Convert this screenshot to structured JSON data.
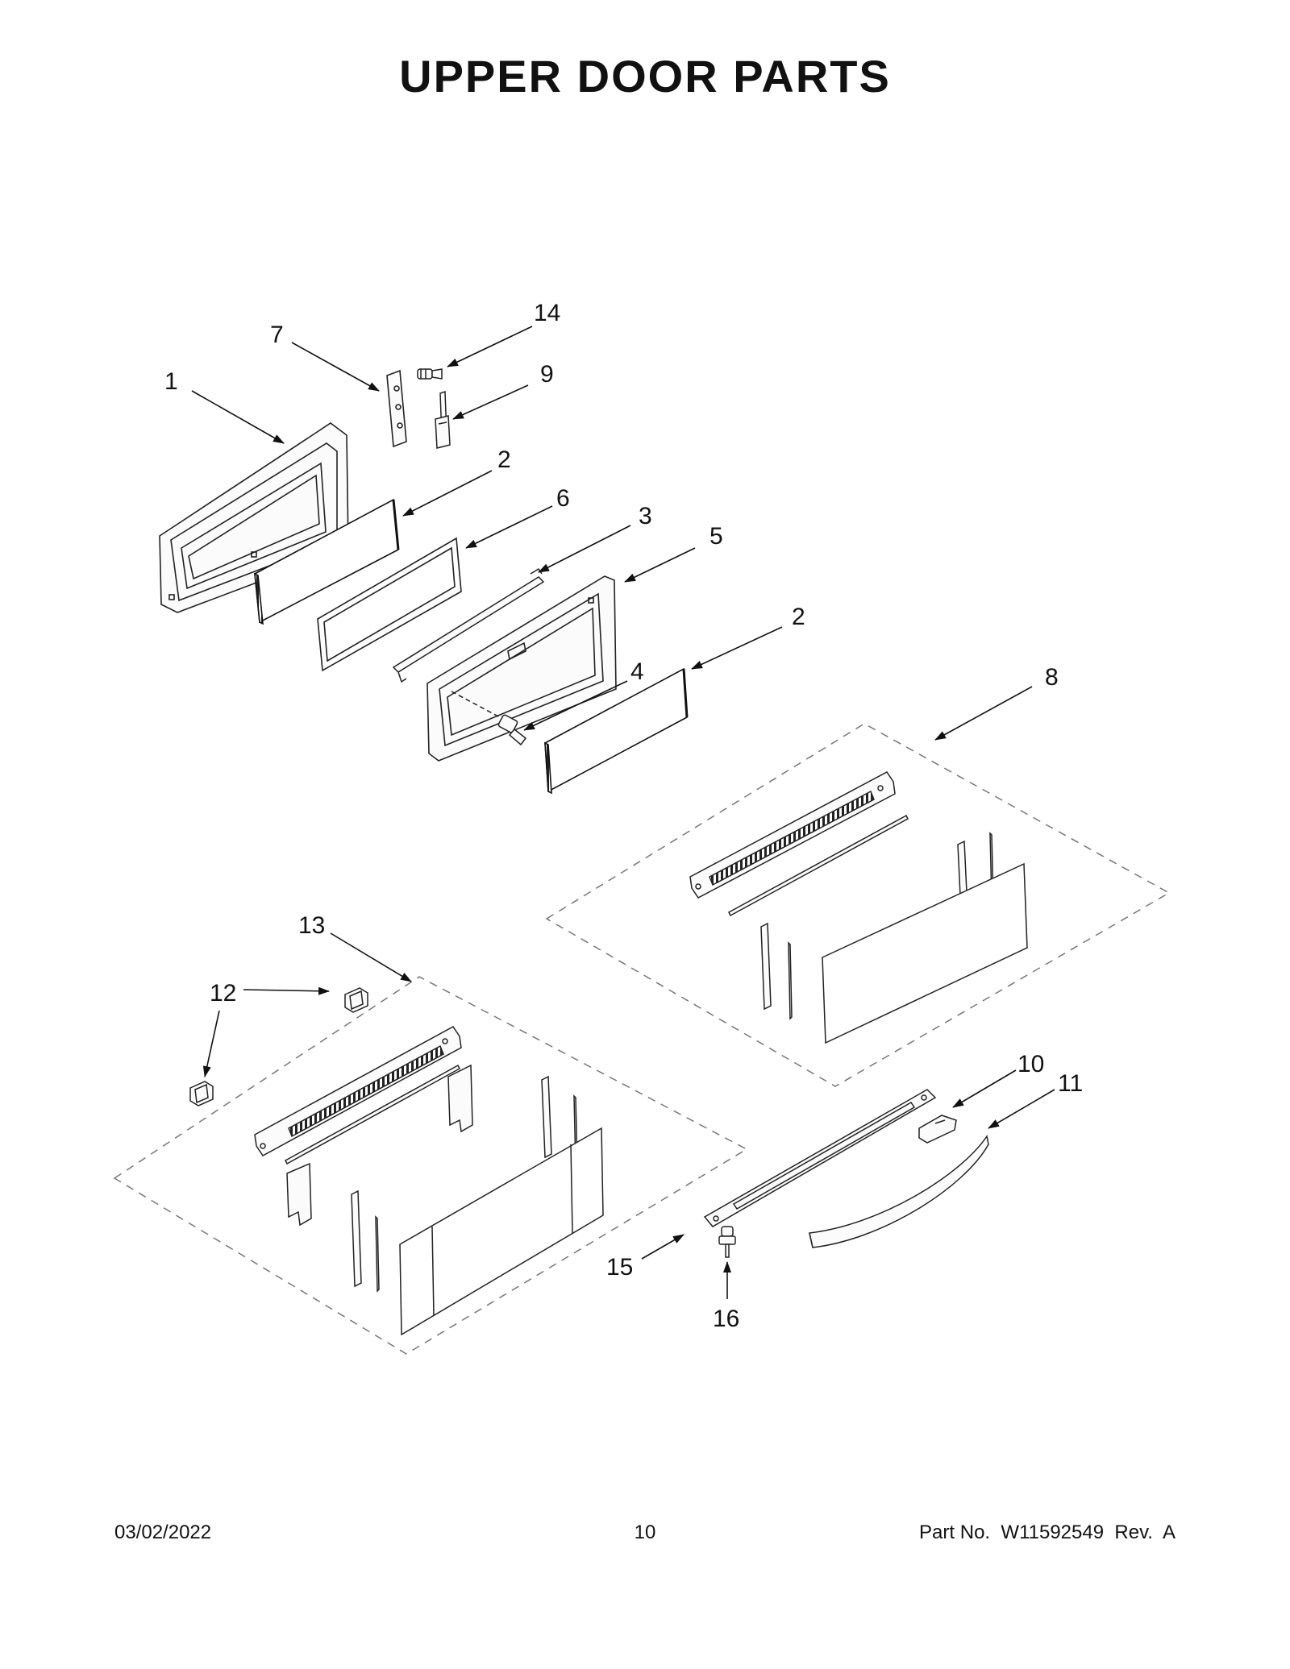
{
  "page": {
    "title": "UPPER DOOR PARTS",
    "footer": {
      "date": "03/02/2022",
      "page_number": "10",
      "part_number": "Part No.  W11592549  Rev.  A"
    }
  },
  "diagram": {
    "callouts": [
      {
        "id": "c1",
        "label": "1"
      },
      {
        "id": "c2a",
        "label": "2"
      },
      {
        "id": "c2b",
        "label": "2"
      },
      {
        "id": "c3",
        "label": "3"
      },
      {
        "id": "c4",
        "label": "4"
      },
      {
        "id": "c5",
        "label": "5"
      },
      {
        "id": "c6",
        "label": "6"
      },
      {
        "id": "c7",
        "label": "7"
      },
      {
        "id": "c8",
        "label": "8"
      },
      {
        "id": "c9",
        "label": "9"
      },
      {
        "id": "c10",
        "label": "10"
      },
      {
        "id": "c11",
        "label": "11"
      },
      {
        "id": "c12",
        "label": "12"
      },
      {
        "id": "c13",
        "label": "13"
      },
      {
        "id": "c14",
        "label": "14"
      },
      {
        "id": "c15",
        "label": "15"
      },
      {
        "id": "c16",
        "label": "16"
      }
    ]
  }
}
